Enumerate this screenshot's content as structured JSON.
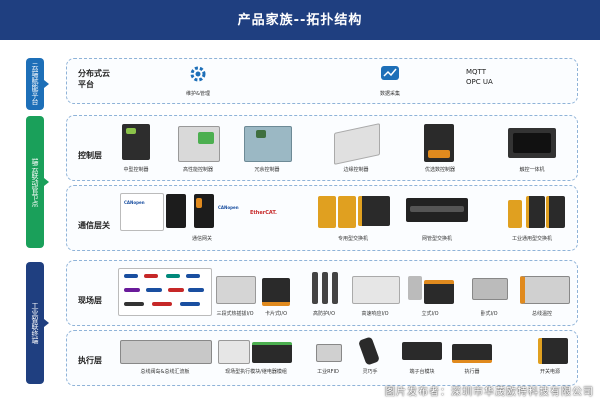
{
  "header": {
    "title": "产品家族--拓扑结构"
  },
  "sidebar": {
    "cloud": "云端赋能平台",
    "edge": "端云联动管节点",
    "industrial": "工业智联终端"
  },
  "rows": {
    "cloud": {
      "label_line1": "分布式云",
      "label_line2": "平台",
      "maintain": "维护&管理",
      "data": "数据采集",
      "proto1": "MQTT",
      "proto2": "OPC UA"
    },
    "control": {
      "label": "控制层",
      "items": [
        "中型控制器",
        "高性能控制器",
        "冗余控制器",
        "边缘控制器",
        "优选数控制器",
        "触控一体机"
      ]
    },
    "comm": {
      "label": "通信层关",
      "items": [
        "通信网关",
        "专用型交换机",
        "网管型交换机",
        "工业通用型交换机"
      ],
      "logos": [
        "CANopen",
        "EtherCAT."
      ]
    },
    "field": {
      "label": "现场层",
      "items": [
        "三段式热插拔I/O",
        "卡片式I/O",
        "高防护I/O",
        "高速响应I/O",
        "立式I/O",
        "卧式I/O",
        "总线温控"
      ]
    },
    "exec": {
      "label": "执行层",
      "items": [
        "总线阀岛&总线汇流板",
        "现场型执行模块/继电器模组",
        "工业RFID",
        "灵巧手",
        "端子台模块",
        "执行器",
        "开关电源"
      ]
    }
  },
  "watermark": "图片发布者：深圳市华茂欧特科技有限公司",
  "colors": {
    "header": "#1f3f80",
    "cloud_bar": "#1d6fb8",
    "edge_bar": "#1aa05a",
    "industrial_bar": "#1f3f80",
    "row_border": "#8fb3d8"
  }
}
